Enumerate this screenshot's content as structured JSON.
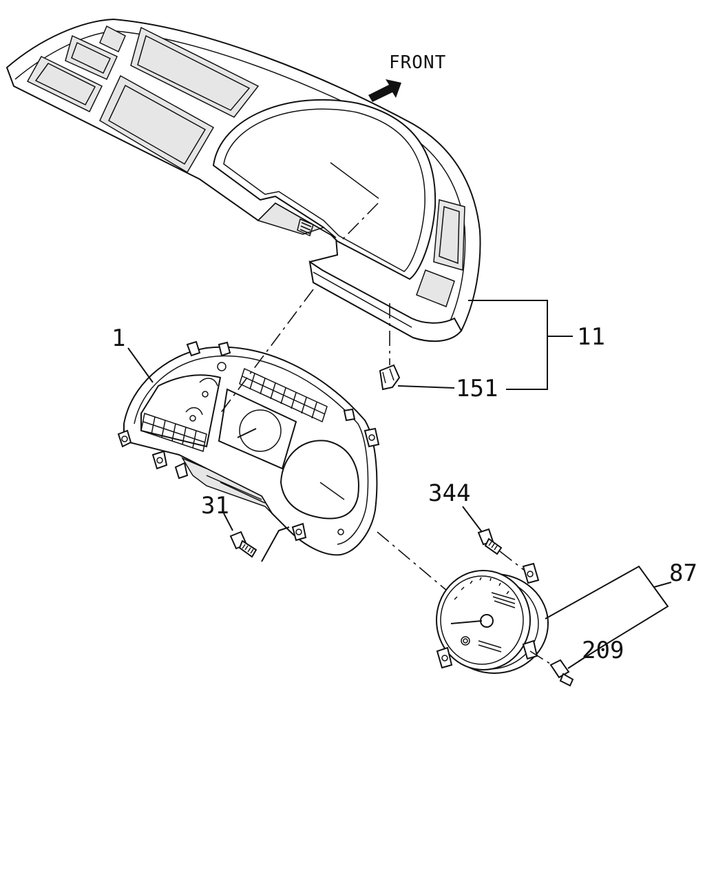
{
  "diagram": {
    "direction_label": "FRONT",
    "callouts": [
      {
        "id": "1",
        "text": "1"
      },
      {
        "id": "11",
        "text": "11"
      },
      {
        "id": "151",
        "text": "151"
      },
      {
        "id": "31",
        "text": "31"
      },
      {
        "id": "344",
        "text": "344"
      },
      {
        "id": "87",
        "text": "87"
      },
      {
        "id": "209",
        "text": "209"
      }
    ]
  },
  "icons": {
    "arrow": "front-arrow-icon"
  }
}
